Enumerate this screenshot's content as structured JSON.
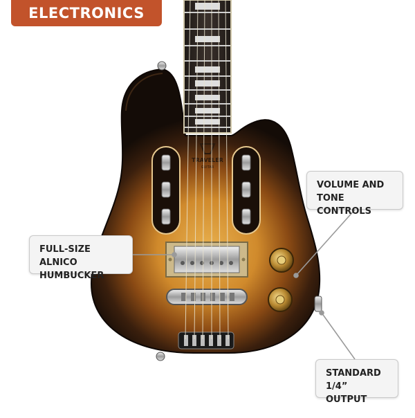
{
  "banner": {
    "label": "ELECTRONICS"
  },
  "callouts": {
    "humbucker": {
      "line1": "FULL-SIZE ALNICO",
      "line2": "HUMBUCKER"
    },
    "controls": {
      "line1": "VOLUME AND",
      "line2": "TONE CONTROLS"
    },
    "output": {
      "line1": "STANDARD",
      "line2": "1/4” OUTPUT"
    }
  },
  "logo": {
    "brand": "TRAVELER",
    "sub": "GUITAR"
  },
  "colors": {
    "banner": "#c2532b",
    "body_edge": "#1b120c",
    "body_center": "#d99a3c",
    "fretboard": "#2a2320"
  }
}
